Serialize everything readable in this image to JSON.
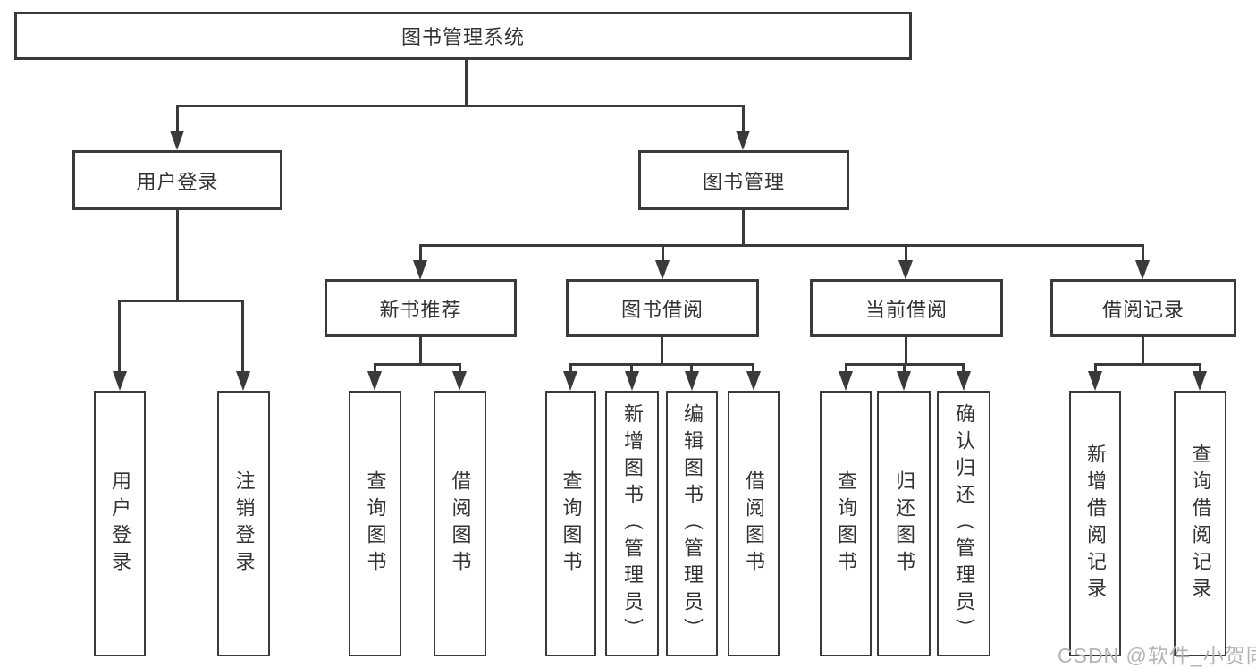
{
  "diagram": {
    "root": "图书管理系统",
    "level2": [
      "用户登录",
      "图书管理"
    ],
    "level3": [
      "新书推荐",
      "图书借阅",
      "当前借阅",
      "借阅记录"
    ],
    "leaves": [
      "用户登录",
      "注销登录",
      "查询图书",
      "借阅图书",
      "查询图书",
      "新增图书（管理员）",
      "编辑图书（管理员）",
      "借阅图书",
      "查询图书",
      "归还图书",
      "确认归还（管理员）",
      "新增借阅记录",
      "查询借阅记录"
    ]
  },
  "watermark": "CSDN @软件_小贺同学",
  "colors": {
    "line": "#3a3a3a",
    "text": "#333333",
    "watermark": "#b4b4b4"
  }
}
